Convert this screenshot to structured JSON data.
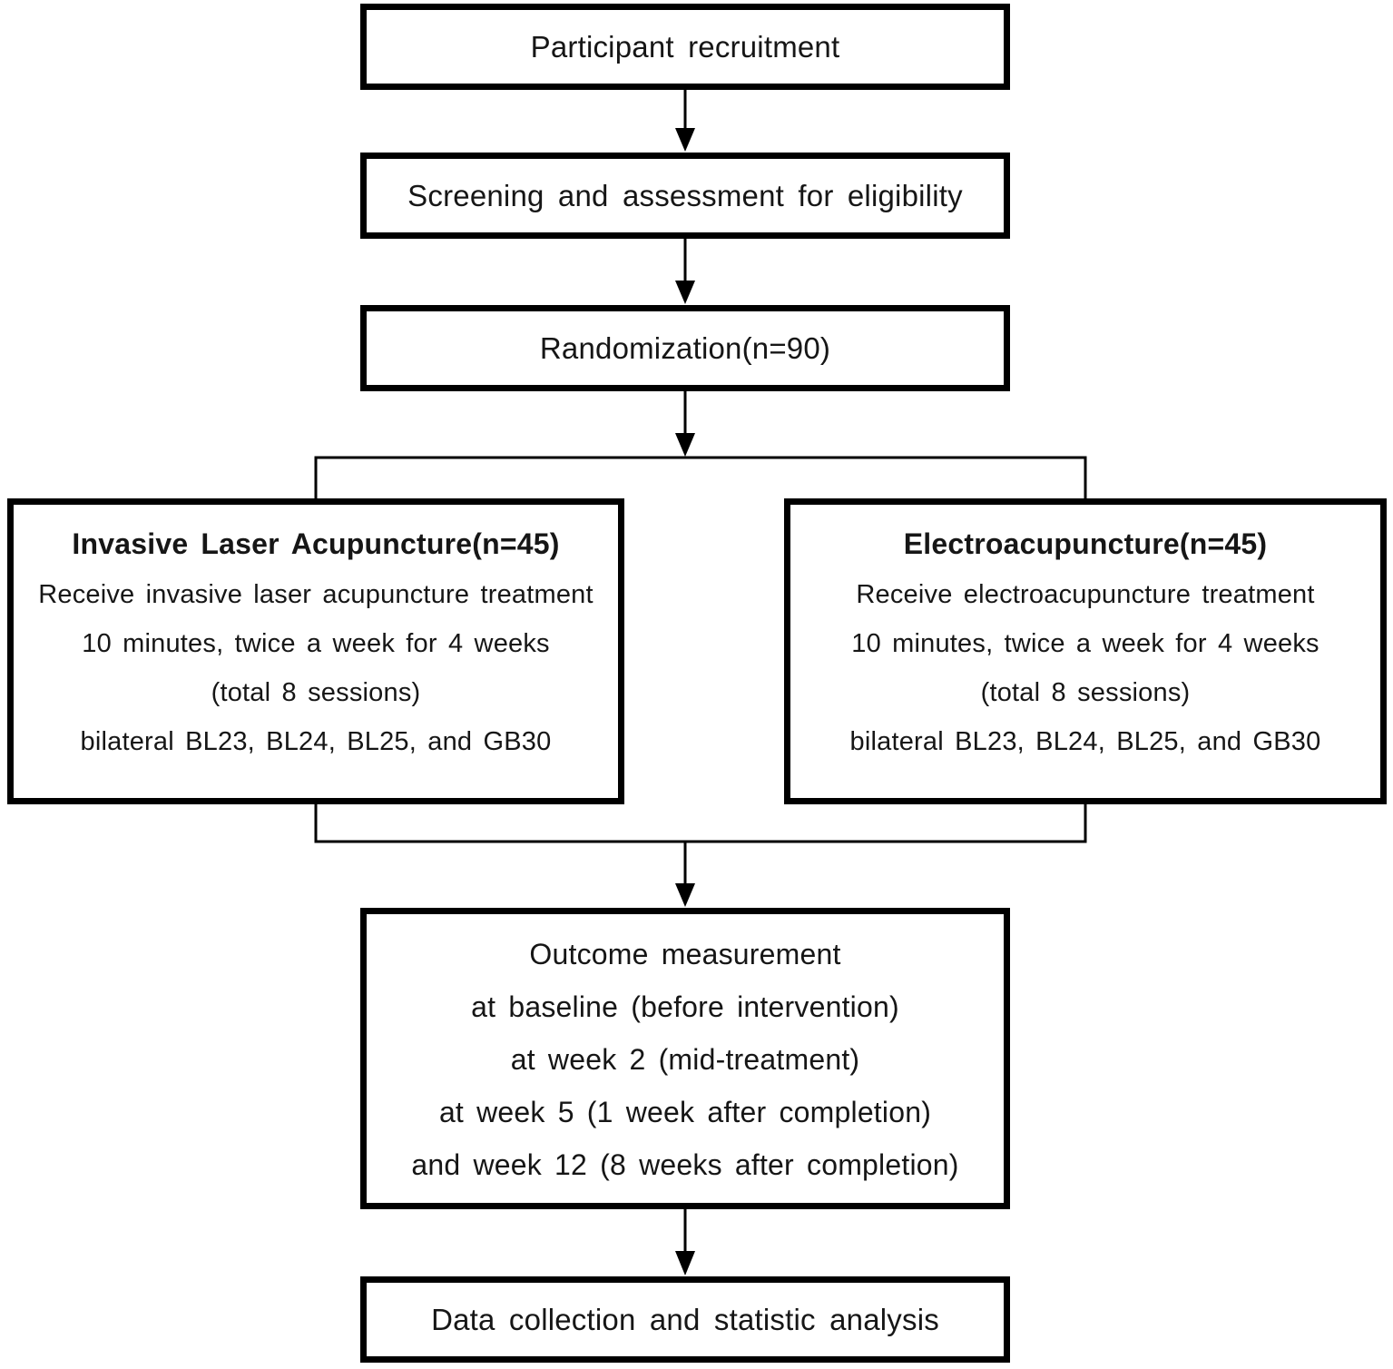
{
  "diagram": {
    "kind": "study-flow-chart",
    "colors": {
      "background": "#ffffff",
      "line": "#000000",
      "text": "#161616"
    },
    "nodes": {
      "recruitment": {
        "label": "Participant recruitment"
      },
      "screening": {
        "label": "Screening and assessment for eligibility"
      },
      "randomization": {
        "label": "Randomization(n=90)"
      },
      "invasive_laser": {
        "title": "Invasive Laser Acupuncture(n=45)",
        "lines": [
          "Receive invasive laser acupuncture treatment",
          "10 minutes, twice a week for 4 weeks",
          "(total 8 sessions)",
          "bilateral BL23, BL24, BL25, and GB30"
        ]
      },
      "electroacupuncture": {
        "title": "Electroacupuncture(n=45)",
        "lines": [
          "Receive electroacupuncture treatment",
          "10 minutes, twice a week for 4 weeks",
          "(total 8 sessions)",
          "bilateral BL23, BL24, BL25, and GB30"
        ]
      },
      "outcome": {
        "lines": [
          "Outcome measurement",
          "at baseline (before intervention)",
          "at week 2 (mid-treatment)",
          "at week 5 (1 week after completion)",
          "and week 12 (8 weeks after completion)"
        ]
      },
      "analysis": {
        "label": "Data collection and statistic analysis"
      }
    }
  }
}
